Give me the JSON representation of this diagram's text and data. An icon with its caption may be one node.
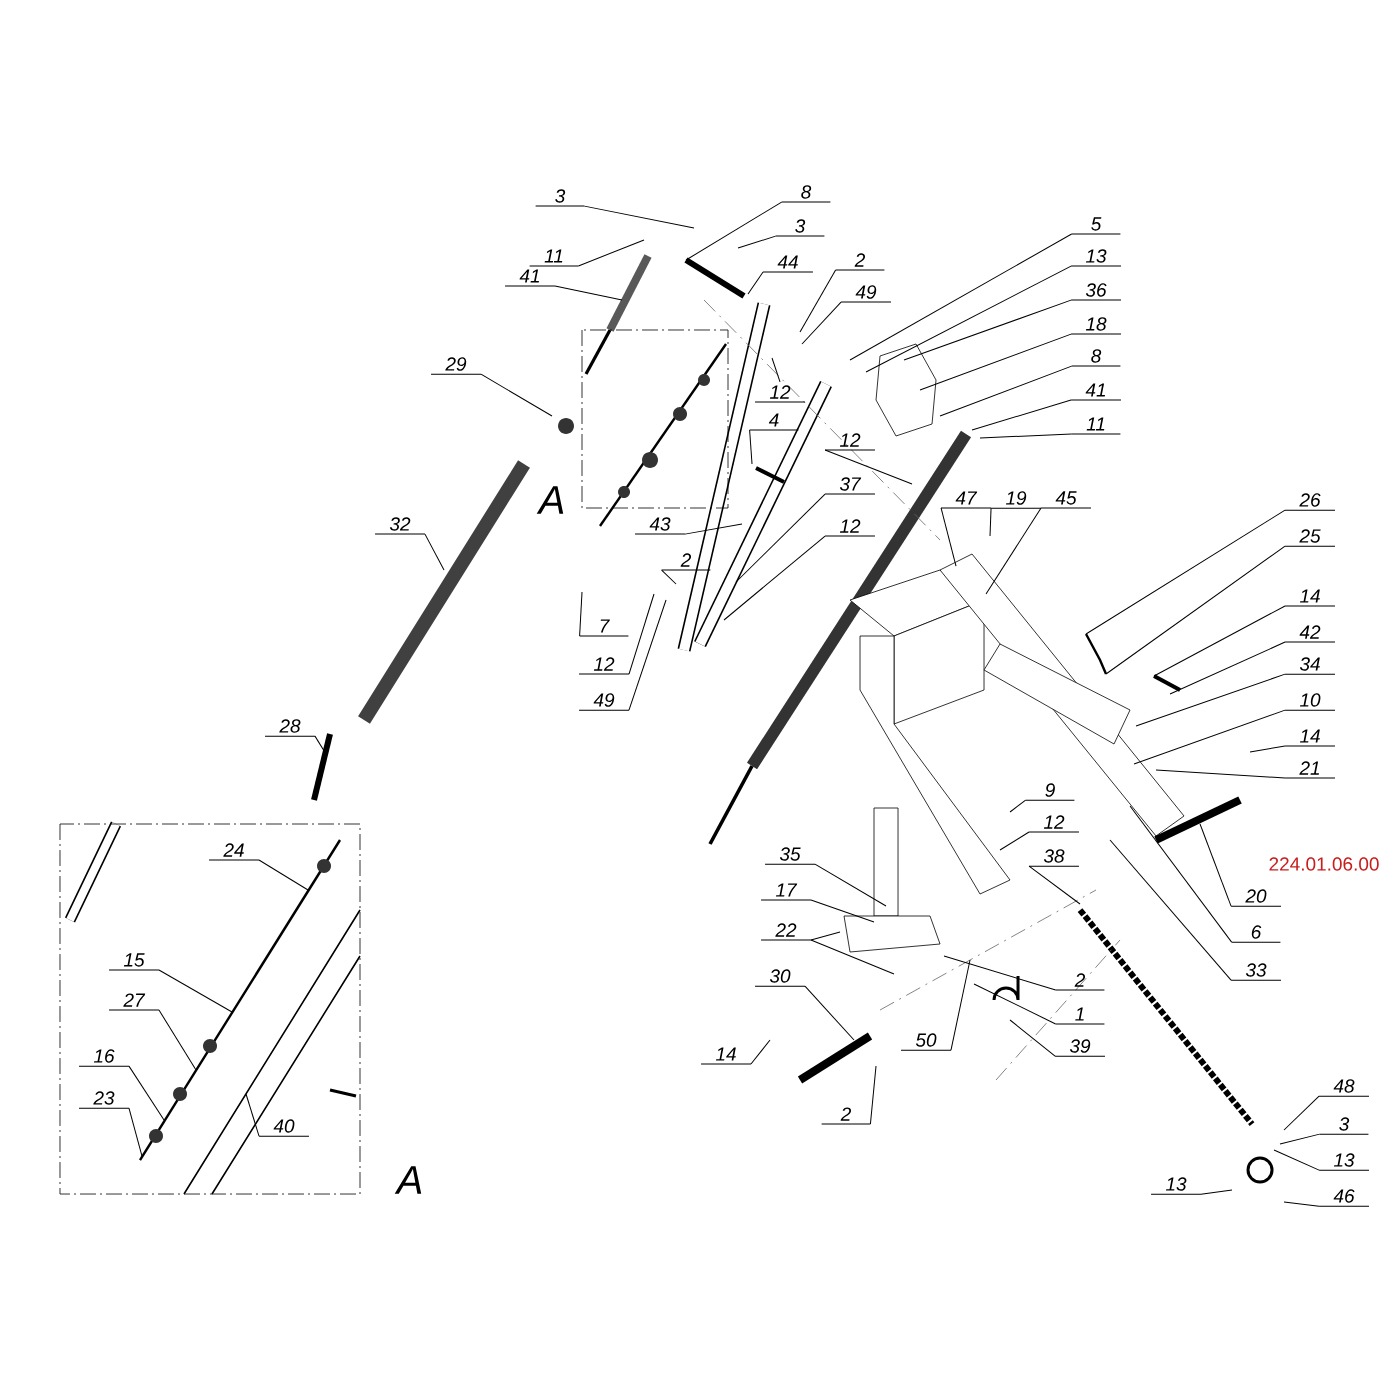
{
  "diagram": {
    "nodes": [
      {
        "text": [
          "3"
        ]
      },
      {
        "text": [
          "8"
        ]
      },
      {
        "text": [
          "3"
        ]
      },
      {
        "text": [
          "11"
        ]
      },
      {
        "text": [
          "44"
        ]
      },
      {
        "text": [
          "41"
        ]
      },
      {
        "text": [
          "2"
        ]
      },
      {
        "text": [
          "49"
        ]
      },
      {
        "text": [
          "5"
        ]
      },
      {
        "text": [
          "13"
        ]
      },
      {
        "text": [
          "36"
        ]
      },
      {
        "text": [
          "18"
        ]
      },
      {
        "text": [
          "8"
        ]
      },
      {
        "text": [
          "41"
        ]
      },
      {
        "text": [
          "11"
        ]
      },
      {
        "text": [
          "29"
        ]
      },
      {
        "text": [
          "12"
        ]
      },
      {
        "text": [
          "4"
        ]
      },
      {
        "text": [
          "12"
        ]
      },
      {
        "text": [
          "37"
        ]
      },
      {
        "text": [
          "32"
        ]
      },
      {
        "text": [
          "43"
        ]
      },
      {
        "text": [
          "12"
        ]
      },
      {
        "text": [
          "47"
        ]
      },
      {
        "text": [
          "19"
        ]
      },
      {
        "text": [
          "45"
        ]
      },
      {
        "text": [
          "26"
        ]
      },
      {
        "text": [
          "25"
        ]
      },
      {
        "text": [
          "2"
        ]
      },
      {
        "text": [
          "14"
        ]
      },
      {
        "text": [
          "42"
        ]
      },
      {
        "text": [
          "7"
        ]
      },
      {
        "text": [
          "34"
        ]
      },
      {
        "text": [
          "12"
        ]
      },
      {
        "text": [
          "10"
        ]
      },
      {
        "text": [
          "49"
        ]
      },
      {
        "text": [
          "28"
        ]
      },
      {
        "text": [
          "14"
        ]
      },
      {
        "text": [
          "21"
        ]
      },
      {
        "text": [
          "9"
        ]
      },
      {
        "text": [
          "12"
        ]
      },
      {
        "text": [
          "35"
        ]
      },
      {
        "text": [
          "38"
        ]
      },
      {
        "text": [
          "17"
        ]
      },
      {
        "text": [
          "20"
        ]
      },
      {
        "text": [
          "22"
        ]
      },
      {
        "text": [
          "6"
        ]
      },
      {
        "text": [
          "30"
        ]
      },
      {
        "text": [
          "2"
        ]
      },
      {
        "text": [
          "33"
        ]
      },
      {
        "text": [
          "1"
        ]
      },
      {
        "text": [
          "50"
        ]
      },
      {
        "text": [
          "39"
        ]
      },
      {
        "text": [
          "14"
        ]
      },
      {
        "text": [
          "2"
        ]
      },
      {
        "text": [
          "48"
        ]
      },
      {
        "text": [
          "3"
        ]
      },
      {
        "text": [
          "13"
        ]
      },
      {
        "text": [
          "13"
        ]
      },
      {
        "text": [
          "46"
        ]
      },
      {
        "text": [
          "24"
        ]
      },
      {
        "text": [
          "15"
        ]
      },
      {
        "text": [
          "27"
        ]
      },
      {
        "text": [
          "16"
        ]
      },
      {
        "text": [
          "23"
        ]
      },
      {
        "text": [
          "40"
        ]
      }
    ],
    "edges": [
      {
        "from": 0,
        "to": null,
        "arrow": "none"
      },
      {
        "from": 1,
        "to": null,
        "arrow": "none"
      },
      {
        "from": 2,
        "to": null,
        "arrow": "none"
      },
      {
        "from": 3,
        "to": null,
        "arrow": "none"
      },
      {
        "from": 4,
        "to": null,
        "arrow": "none"
      },
      {
        "from": 5,
        "to": null,
        "arrow": "none"
      },
      {
        "from": 6,
        "to": null,
        "arrow": "none"
      },
      {
        "from": 7,
        "to": null,
        "arrow": "none"
      },
      {
        "from": 8,
        "to": null,
        "arrow": "none"
      },
      {
        "from": 9,
        "to": null,
        "arrow": "none"
      },
      {
        "from": 10,
        "to": null,
        "arrow": "none"
      },
      {
        "from": 11,
        "to": null,
        "arrow": "none"
      },
      {
        "from": 12,
        "to": null,
        "arrow": "none"
      },
      {
        "from": 13,
        "to": null,
        "arrow": "none"
      },
      {
        "from": 14,
        "to": null,
        "arrow": "none"
      },
      {
        "from": 15,
        "to": null,
        "arrow": "none"
      },
      {
        "from": 16,
        "to": null,
        "arrow": "none"
      },
      {
        "from": 17,
        "to": null,
        "arrow": "none"
      },
      {
        "from": 18,
        "to": null,
        "arrow": "none"
      },
      {
        "from": 19,
        "to": null,
        "arrow": "none"
      },
      {
        "from": 20,
        "to": null,
        "arrow": "none"
      },
      {
        "from": 21,
        "to": null,
        "arrow": "none"
      },
      {
        "from": 22,
        "to": null,
        "arrow": "none"
      },
      {
        "from": 23,
        "to": null,
        "arrow": "none"
      },
      {
        "from": 24,
        "to": null,
        "arrow": "none"
      },
      {
        "from": 25,
        "to": null,
        "arrow": "none"
      },
      {
        "from": 26,
        "to": null,
        "arrow": "none"
      },
      {
        "from": 27,
        "to": null,
        "arrow": "none"
      },
      {
        "from": 28,
        "to": null,
        "arrow": "none"
      },
      {
        "from": 29,
        "to": null,
        "arrow": "none"
      },
      {
        "from": 30,
        "to": null,
        "arrow": "none"
      },
      {
        "from": 31,
        "to": null,
        "arrow": "none"
      },
      {
        "from": 32,
        "to": null,
        "arrow": "none"
      },
      {
        "from": 33,
        "to": null,
        "arrow": "none"
      },
      {
        "from": 34,
        "to": null,
        "arrow": "none"
      },
      {
        "from": 35,
        "to": null,
        "arrow": "none"
      },
      {
        "from": 36,
        "to": null,
        "arrow": "none"
      },
      {
        "from": 37,
        "to": null,
        "arrow": "none"
      },
      {
        "from": 38,
        "to": null,
        "arrow": "none"
      },
      {
        "from": 39,
        "to": null,
        "arrow": "none"
      },
      {
        "from": 40,
        "to": null,
        "arrow": "none"
      },
      {
        "from": 41,
        "to": null,
        "arrow": "none"
      },
      {
        "from": 42,
        "to": null,
        "arrow": "none"
      },
      {
        "from": 43,
        "to": null,
        "arrow": "none"
      },
      {
        "from": 44,
        "to": null,
        "arrow": "none"
      },
      {
        "from": 45,
        "to": null,
        "arrow": "none"
      },
      {
        "from": 45,
        "to": null,
        "arrow": "none"
      },
      {
        "from": 46,
        "to": null,
        "arrow": "none"
      },
      {
        "from": 47,
        "to": null,
        "arrow": "none"
      },
      {
        "from": 48,
        "to": null,
        "arrow": "none"
      },
      {
        "from": 49,
        "to": null,
        "arrow": "none"
      },
      {
        "from": 50,
        "to": null,
        "arrow": "none"
      },
      {
        "from": 51,
        "to": null,
        "arrow": "none"
      },
      {
        "from": 52,
        "to": null,
        "arrow": "none"
      },
      {
        "from": 53,
        "to": null,
        "arrow": "none"
      },
      {
        "from": 54,
        "to": null,
        "arrow": "none"
      },
      {
        "from": 55,
        "to": null,
        "arrow": "none"
      },
      {
        "from": 56,
        "to": null,
        "arrow": "none"
      },
      {
        "from": 57,
        "to": null,
        "arrow": "none"
      },
      {
        "from": 58,
        "to": null,
        "arrow": "none"
      },
      {
        "from": 59,
        "to": null,
        "arrow": "none"
      },
      {
        "from": 60,
        "to": null,
        "arrow": "none"
      },
      {
        "from": 61,
        "to": null,
        "arrow": "none"
      },
      {
        "from": 62,
        "to": null,
        "arrow": "none"
      },
      {
        "from": 63,
        "to": null,
        "arrow": "none"
      },
      {
        "from": 64,
        "to": null,
        "arrow": "none"
      },
      {
        "from": 65,
        "to": null,
        "arrow": "none"
      }
    ],
    "labels": [
      "A",
      "224.01.06.00",
      "A"
    ]
  }
}
